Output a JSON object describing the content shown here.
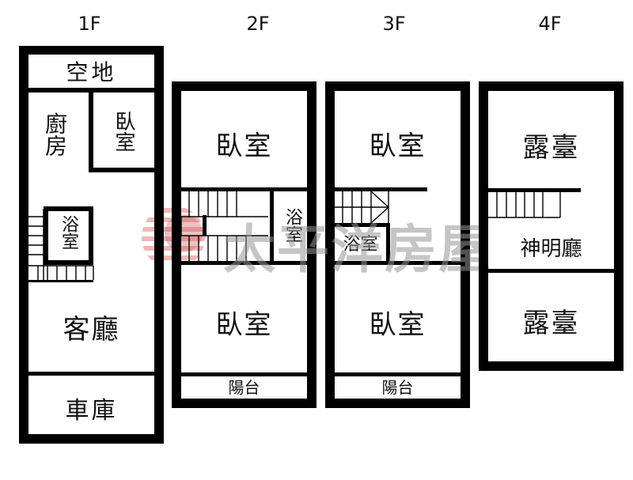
{
  "floors": [
    {
      "label": "1F",
      "rooms": {
        "yard": "空地",
        "kitchen": "廚房",
        "bedroom": "臥室",
        "bathroom": "浴室",
        "living_room": "客廳",
        "garage": "車庫"
      }
    },
    {
      "label": "2F",
      "rooms": {
        "bedroom_front": "臥室",
        "bathroom": "浴室",
        "bedroom_back": "臥室",
        "balcony": "陽台"
      }
    },
    {
      "label": "3F",
      "rooms": {
        "bedroom_front": "臥室",
        "bathroom": "浴室",
        "bedroom_back": "臥室",
        "balcony": "陽台"
      }
    },
    {
      "label": "4F",
      "rooms": {
        "terrace_front": "露臺",
        "shrine_hall": "神明廳",
        "terrace_back": "露臺"
      }
    }
  ],
  "watermark": {
    "text": "太平洋房屋",
    "logo_color": "#e8a0a0"
  },
  "colors": {
    "wall": "#000000",
    "background": "#ffffff"
  }
}
